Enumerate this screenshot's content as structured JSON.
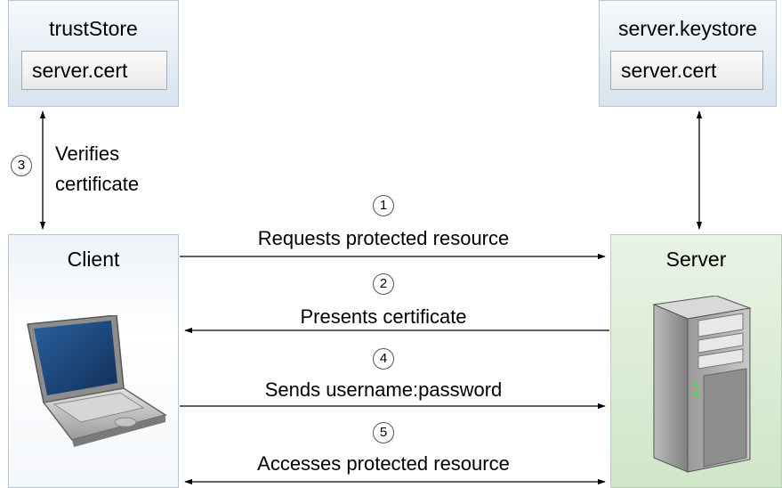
{
  "trust_store": {
    "title": "trustStore",
    "cert": "server.cert"
  },
  "server_keystore": {
    "title": "server.keystore",
    "cert": "server.cert"
  },
  "client": {
    "title": "Client",
    "device_icon": "laptop-icon"
  },
  "server": {
    "title": "Server",
    "device_icon": "server-tower-icon"
  },
  "verify": {
    "step": "3",
    "line1": "Verifies",
    "line2": "certificate"
  },
  "steps": [
    {
      "step": "1",
      "label": "Requests protected resource",
      "direction": "client-to-server"
    },
    {
      "step": "2",
      "label": "Presents certificate",
      "direction": "server-to-client"
    },
    {
      "step": "4",
      "label": "Sends username:password",
      "direction": "client-to-server"
    },
    {
      "step": "5",
      "label": "Accesses protected resource",
      "direction": "bidirectional"
    }
  ]
}
